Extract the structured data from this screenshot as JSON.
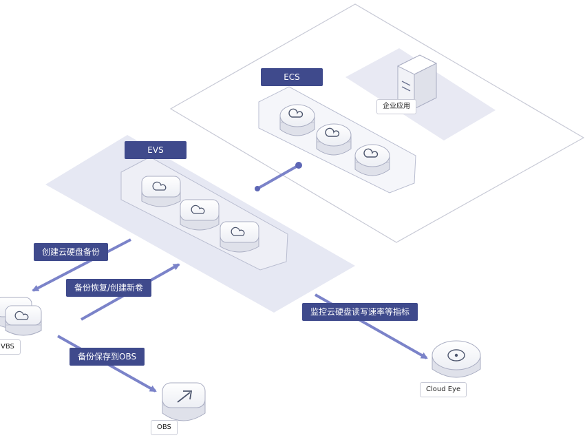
{
  "zones": {
    "ecs": {
      "label": "ECS"
    },
    "evs": {
      "label": "EVS"
    }
  },
  "nodes": {
    "enterprise_app": "企业应用",
    "vbs": "VBS",
    "obs": "OBS",
    "cloud_eye": "Cloud Eye"
  },
  "flows": {
    "create_backup": "创建云硬盘备份",
    "restore_backup": "备份恢复/创建新卷",
    "save_to_obs": "备份保存到OBS",
    "monitor": "监控云硬盘读写速率等指标"
  },
  "colors": {
    "accent": "#3f4a8c",
    "arrow": "#7b83c9",
    "zone_fill": "#e6e8f3",
    "outline": "#c8cad6"
  }
}
